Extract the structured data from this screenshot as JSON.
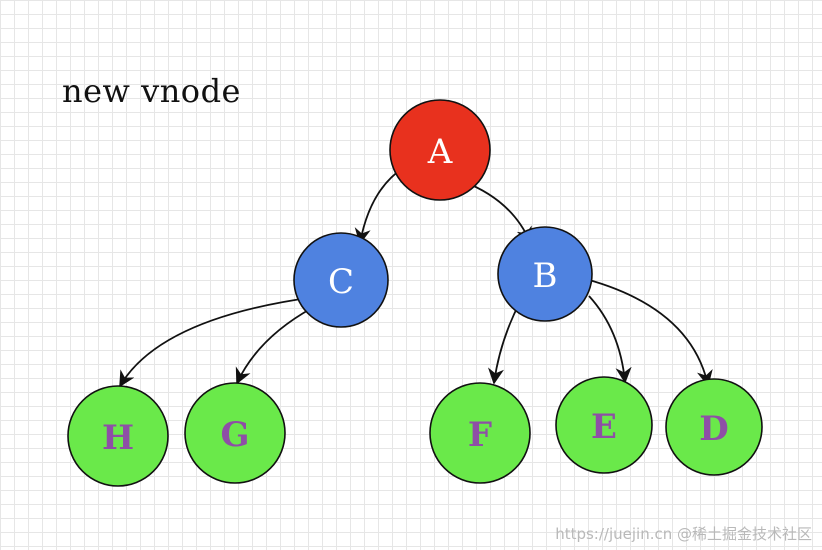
{
  "title": "new vnode",
  "watermark": "https://juejin.cn @稀土掘金技术社区",
  "colors": {
    "root": "#e8311e",
    "internal": "#4f82e0",
    "leaf": "#6ae94a",
    "label_light": "#ffffff",
    "label_leaf": "#8e4fa6",
    "stroke": "#111111"
  },
  "nodes": [
    {
      "id": "A",
      "label": "A",
      "kind": "root"
    },
    {
      "id": "C",
      "label": "C",
      "kind": "internal"
    },
    {
      "id": "B",
      "label": "B",
      "kind": "internal"
    },
    {
      "id": "H",
      "label": "H",
      "kind": "leaf"
    },
    {
      "id": "G",
      "label": "G",
      "kind": "leaf"
    },
    {
      "id": "F",
      "label": "F",
      "kind": "leaf"
    },
    {
      "id": "E",
      "label": "E",
      "kind": "leaf"
    },
    {
      "id": "D",
      "label": "D",
      "kind": "leaf"
    }
  ],
  "edges": [
    {
      "from": "A",
      "to": "C"
    },
    {
      "from": "A",
      "to": "B"
    },
    {
      "from": "C",
      "to": "H"
    },
    {
      "from": "C",
      "to": "G"
    },
    {
      "from": "B",
      "to": "F"
    },
    {
      "from": "B",
      "to": "E"
    },
    {
      "from": "B",
      "to": "D"
    }
  ]
}
